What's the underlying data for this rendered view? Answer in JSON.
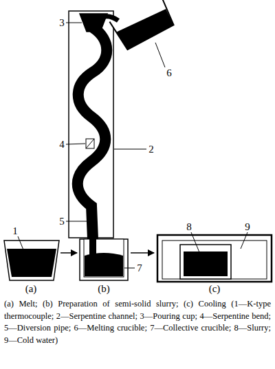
{
  "diagram": {
    "caption": "(a) Melt; (b) Preparation of semi-solid slurry; (c) Cooling (1—K-type thermocouple; 2—Serpentine channel; 3—Pouring cup; 4—Serpentine bend; 5—Diversion pipe; 6—Melting crucible; 7—Collective crucible; 8—Slurry; 9—Cold water)",
    "labels": [
      "3",
      "6",
      "4",
      "2",
      "1",
      "5",
      "7",
      "8",
      "9",
      "(a)",
      "(b)",
      "(c)"
    ]
  }
}
